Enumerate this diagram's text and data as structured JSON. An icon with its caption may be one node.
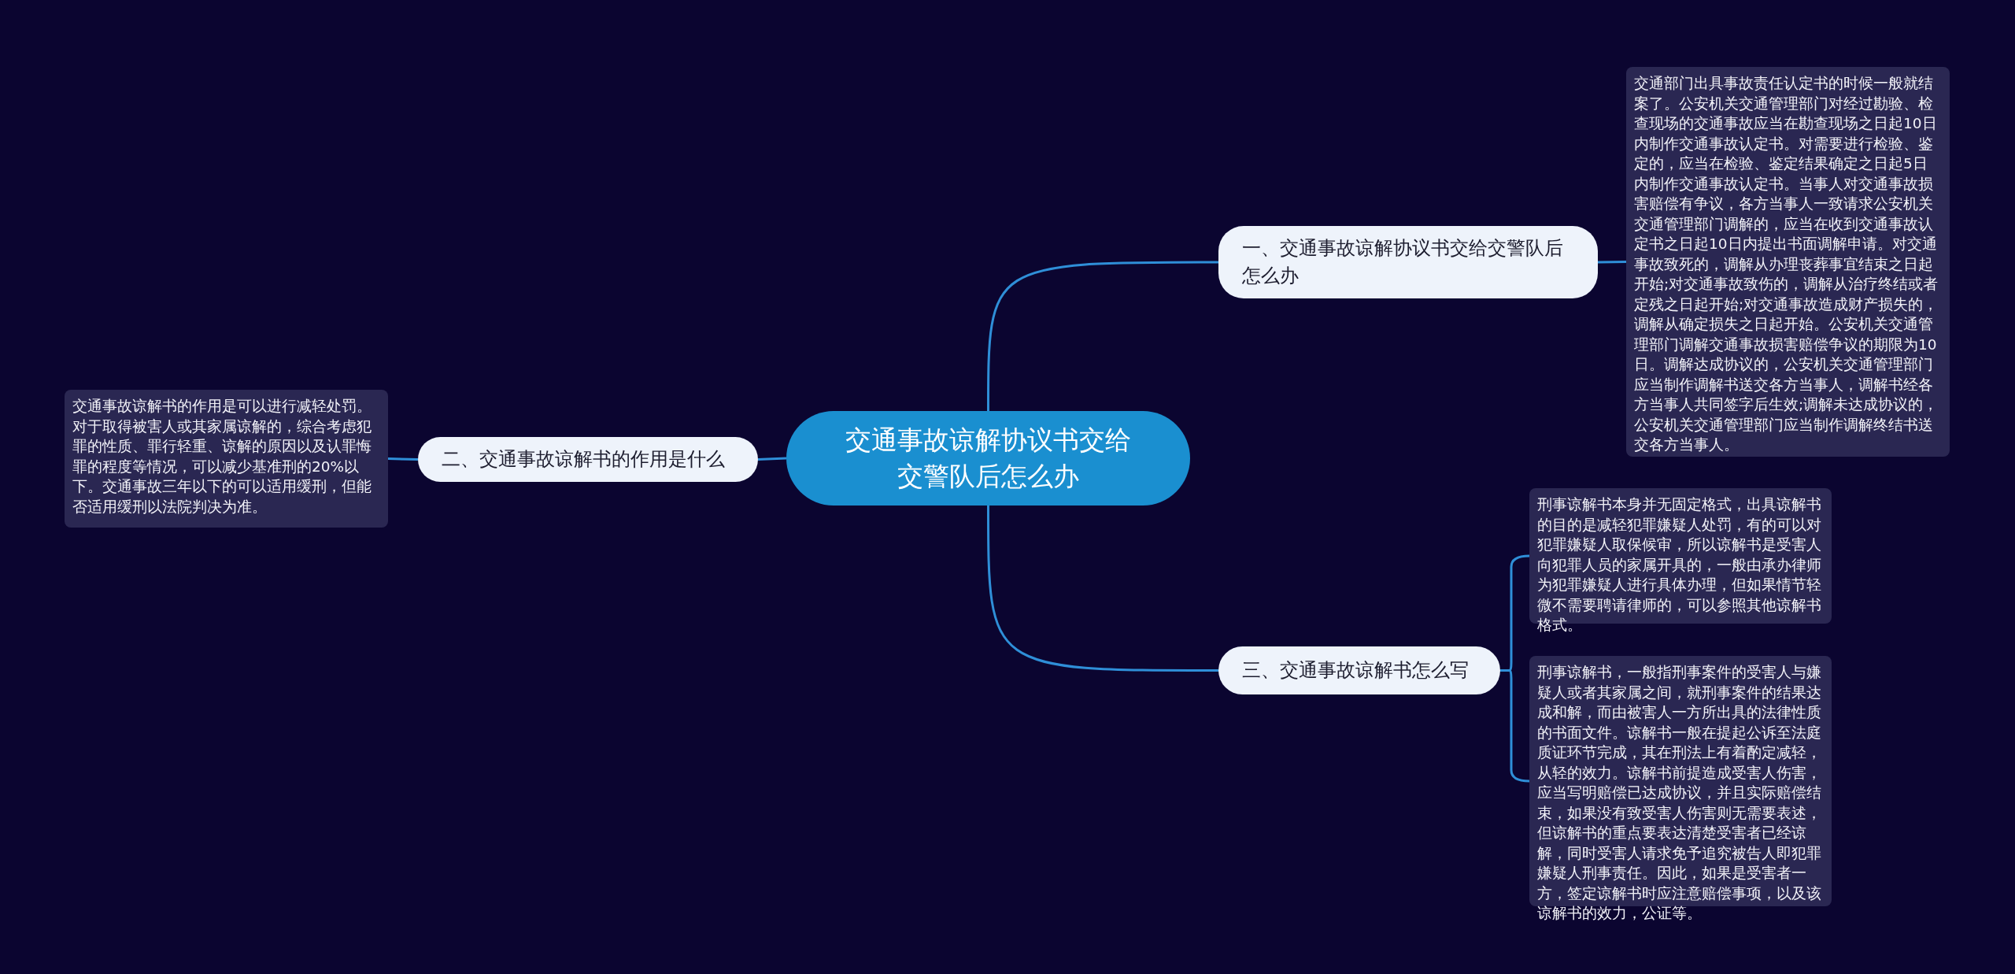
{
  "diagram": {
    "nodes": [
      {
        "text": [
          "交通事故谅解协议书交给交警队后怎么办"
        ]
      },
      {
        "text": [
          "一、交通事故谅解协议书交给交警队后怎么办"
        ]
      },
      {
        "text": [
          "交通部门出具事故责任认定书的时候一般就结案了。公安机关交通管理部门对经过勘验、检查现场的交通事故应当在勘查现场之日起10日内制作交通事故认定书。对需要进行检验、鉴定的，应当在检验、鉴定结果确定之日起5日内制作交通事故认定书。当事人对交通事故损害赔偿有争议，各方当事人一致请求公安机关交通管理部门调解的，应当在收到交通事故认定书之日起10日内提出书面调解申请。对交通事故致死的，调解从办理丧葬事宜结束之日起开始;对交通事故致伤的，调解从治疗终结或者定残之日起开始;对交通事故造成财产损失的，调解从确定损失之日起开始。公安机关交通管理部门调解交通事故损害赔偿争议的期限为10日。调解达成协议的，公安机关交通管理部门应当制作调解书送交各方当事人，调解书经各方当事人共同签字后生效;调解未达成协议的，公安机关交通管理部门应当制作调解终结书送交各方当事人。"
        ]
      },
      {
        "text": [
          "二、交通事故谅解书的作用是什么"
        ]
      },
      {
        "text": [
          "交通事故谅解书的作用是可以进行减轻处罚。对于取得被害人或其家属谅解的，综合考虑犯罪的性质、罪行轻重、谅解的原因以及认罪悔罪的程度等情况，可以减少基准刑的20%以下。交通事故三年以下的可以适用缓刑，但能否适用缓刑以法院判决为准。"
        ]
      },
      {
        "text": [
          "三、交通事故谅解书怎么写"
        ]
      },
      {
        "text": [
          "刑事谅解书本身并无固定格式，出具谅解书的目的是减轻犯罪嫌疑人处罚，有的可以对犯罪嫌疑人取保候审，所以谅解书是受害人向犯罪人员的家属开具的，一般由承办律师为犯罪嫌疑人进行具体办理，但如果情节轻微不需要聘请律师的，可以参照其他谅解书格式。"
        ]
      },
      {
        "text": [
          "刑事谅解书，一般指刑事案件的受害人与嫌疑人或者其家属之间，就刑事案件的结果达成和解，而由被害人一方所出具的法律性质的书面文件。谅解书一般在提起公诉至法庭质证环节完成，其在刑法上有着酌定减轻，从轻的效力。谅解书前提造成受害人伤害，应当写明赔偿已达成协议，并且实际赔偿结束，如果没有致受害人伤害则无需要表述，但谅解书的重点要表达清楚受害者已经谅解，同时受害人请求免予追究被告人即犯罪嫌疑人刑事责任。因此，如果是受害者一方，签定谅解书时应注意赔偿事项，以及该谅解书的效力，公证等。"
        ]
      }
    ],
    "edges": [
      {
        "from": 0,
        "to": 1,
        "arrow": "none"
      },
      {
        "from": 1,
        "to": 2,
        "arrow": "none"
      },
      {
        "from": 0,
        "to": 3,
        "arrow": "none"
      },
      {
        "from": 3,
        "to": 4,
        "arrow": "none"
      },
      {
        "from": 0,
        "to": 5,
        "arrow": "none"
      },
      {
        "from": 5,
        "to": 6,
        "arrow": "none"
      },
      {
        "from": 5,
        "to": 7,
        "arrow": "none"
      }
    ]
  }
}
